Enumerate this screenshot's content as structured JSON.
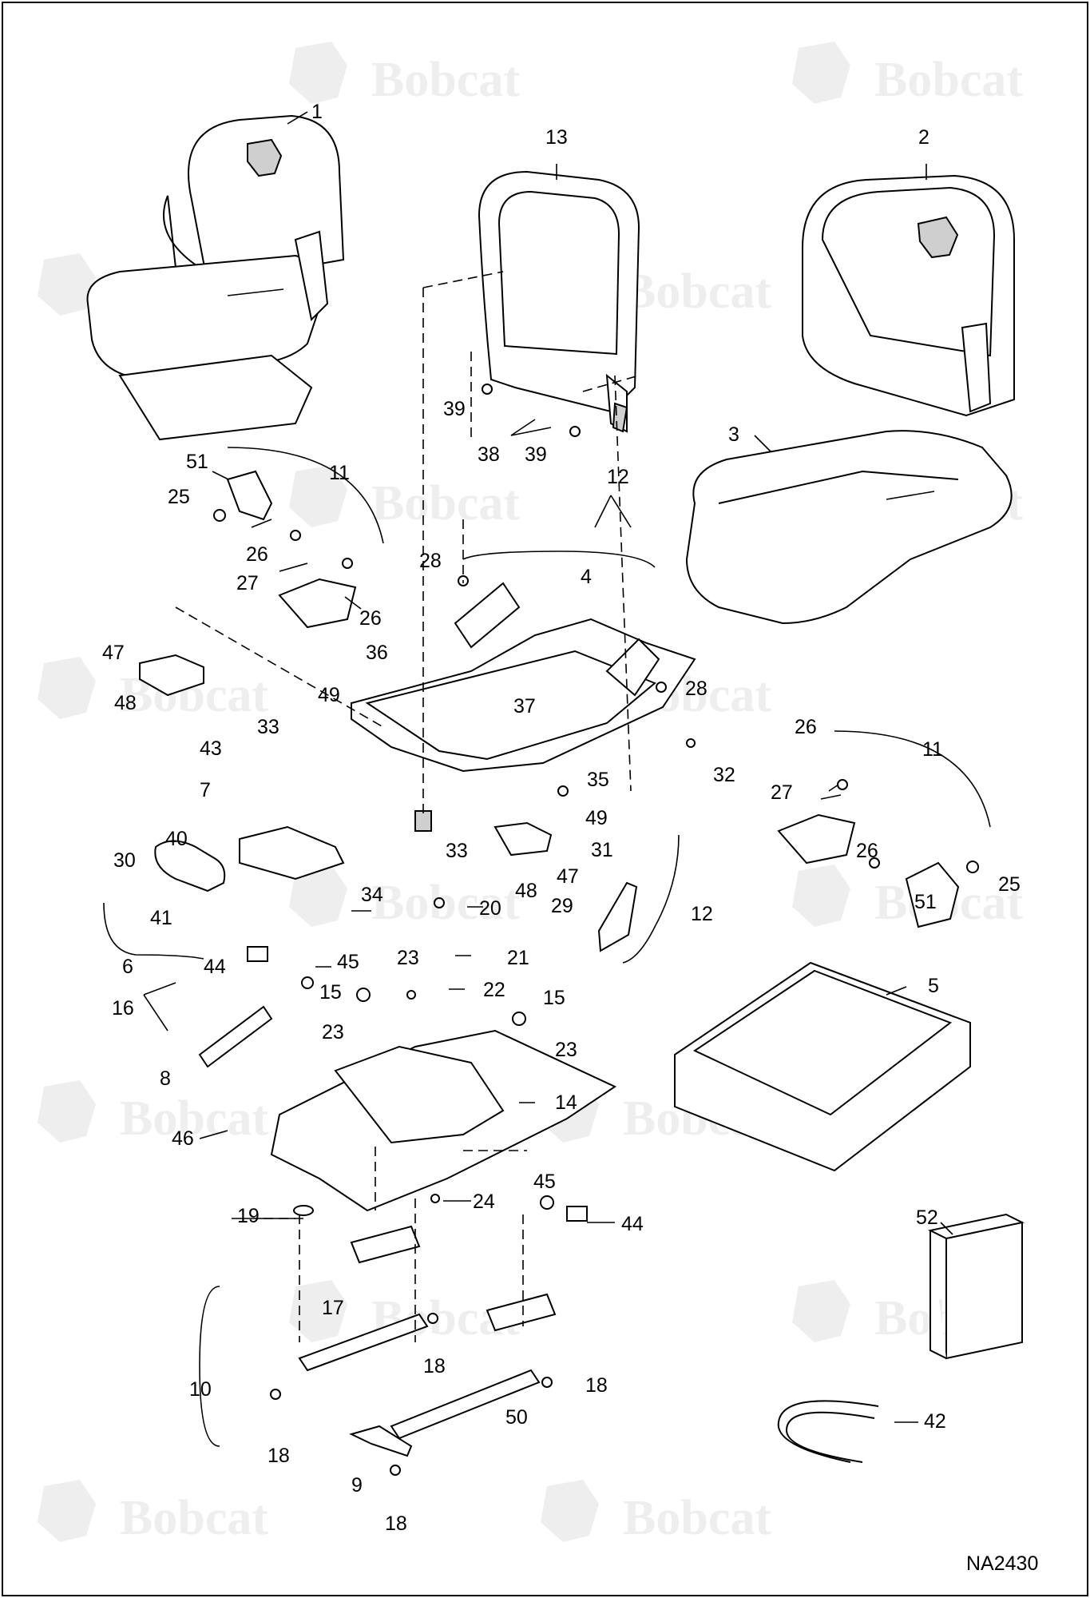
{
  "watermark": {
    "brand": "Bobcat"
  },
  "drawing_number": "NA2430",
  "callouts": {
    "c1": "1",
    "c2": "2",
    "c3": "3",
    "c13": "13",
    "c39a": "39",
    "c38": "38",
    "c39b": "39",
    "c12a": "12",
    "c51a": "51",
    "c11a": "11",
    "c25a": "25",
    "c26a": "26",
    "c27a": "27",
    "c26b": "26",
    "c28a": "28",
    "c4": "4",
    "c36": "36",
    "c49a": "49",
    "c37": "37",
    "c28b": "28",
    "c47a": "47",
    "c48a": "48",
    "c33a": "33",
    "c43": "43",
    "c7": "7",
    "c35": "35",
    "c26c": "26",
    "c11b": "11",
    "c32": "32",
    "c27b": "27",
    "c26d": "26",
    "c51b": "51",
    "c25b": "25",
    "c49b": "49",
    "c33b": "33",
    "c47b": "47",
    "c48b": "48",
    "c31": "31",
    "c29": "29",
    "c12b": "12",
    "c40": "40",
    "c30": "30",
    "c41": "41",
    "c34": "34",
    "c6": "6",
    "c20": "20",
    "c23a": "23",
    "c21": "21",
    "c44a": "44",
    "c45a": "45",
    "c22": "22",
    "c15a": "15",
    "c15b": "15",
    "c16": "16",
    "c23b": "23",
    "c23c": "23",
    "c8": "8",
    "c14": "14",
    "c46": "46",
    "c5": "5",
    "c45b": "45",
    "c19": "19",
    "c24": "24",
    "c44b": "44",
    "c52": "52",
    "c17": "17",
    "c18a": "18",
    "c18b": "18",
    "c10": "10",
    "c18c": "18",
    "c50": "50",
    "c9": "9",
    "c18d": "18",
    "c42": "42"
  }
}
